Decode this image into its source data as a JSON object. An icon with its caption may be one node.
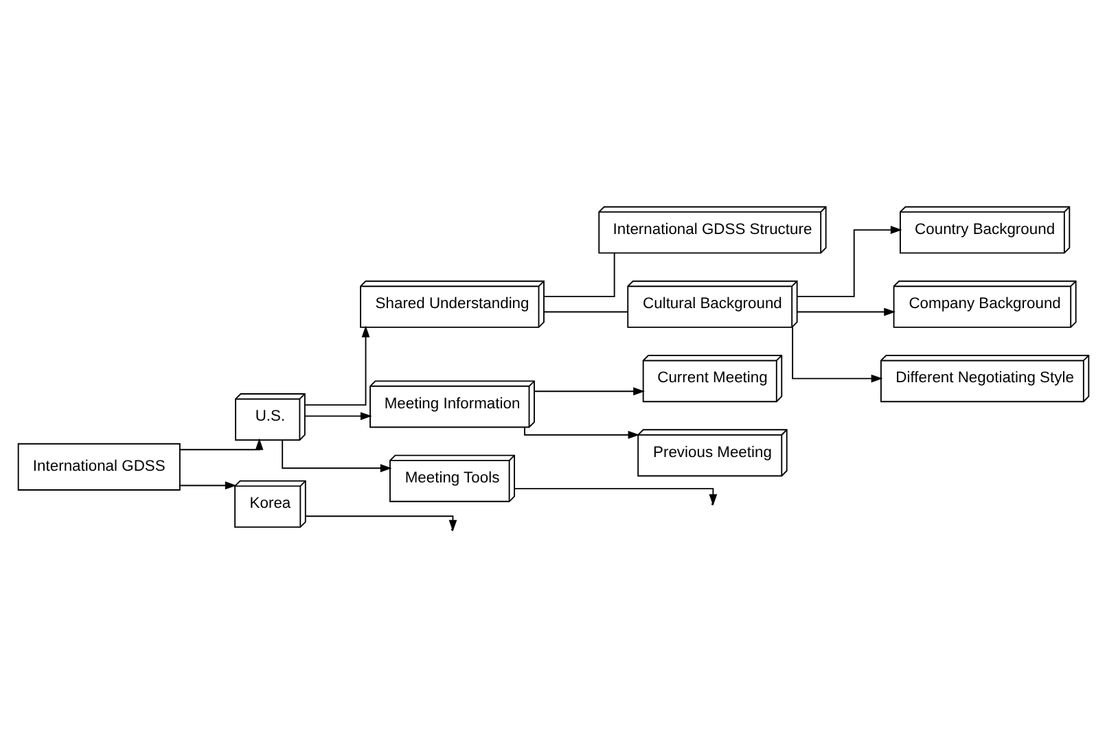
{
  "diagram": {
    "nodes": [
      {
        "text": [
          "International GDSS"
        ]
      },
      {
        "text": [
          "U.S."
        ]
      },
      {
        "text": [
          "Korea"
        ]
      },
      {
        "text": [
          "Shared Understanding"
        ]
      },
      {
        "text": [
          "International GDSS Structure"
        ]
      },
      {
        "text": [
          "Cultural Background"
        ]
      },
      {
        "text": [
          "Country Background"
        ]
      },
      {
        "text": [
          "Company Background"
        ]
      },
      {
        "text": [
          "Different Negotiating Style"
        ]
      },
      {
        "text": [
          "Meeting Information"
        ]
      },
      {
        "text": [
          "Current Meeting"
        ]
      },
      {
        "text": [
          "Previous Meeting"
        ]
      },
      {
        "text": [
          "Meeting Tools"
        ]
      }
    ],
    "edges": [
      {
        "from": 0,
        "to": 1,
        "arrow": "to"
      },
      {
        "from": 0,
        "to": 2,
        "arrow": "to"
      },
      {
        "from": 1,
        "to": 3,
        "arrow": "to"
      },
      {
        "from": 1,
        "to": 9,
        "arrow": "to"
      },
      {
        "from": 1,
        "to": 12,
        "arrow": "to"
      },
      {
        "from": 2,
        "to": null,
        "arrow": "to"
      },
      {
        "from": 3,
        "to": 4,
        "arrow": "none"
      },
      {
        "from": 3,
        "to": 5,
        "arrow": "none"
      },
      {
        "from": 5,
        "to": 6,
        "arrow": "to"
      },
      {
        "from": 5,
        "to": 7,
        "arrow": "to"
      },
      {
        "from": 5,
        "to": 8,
        "arrow": "to"
      },
      {
        "from": 9,
        "to": 10,
        "arrow": "to"
      },
      {
        "from": 9,
        "to": 11,
        "arrow": "to"
      },
      {
        "from": 12,
        "to": null,
        "arrow": "to"
      }
    ]
  }
}
